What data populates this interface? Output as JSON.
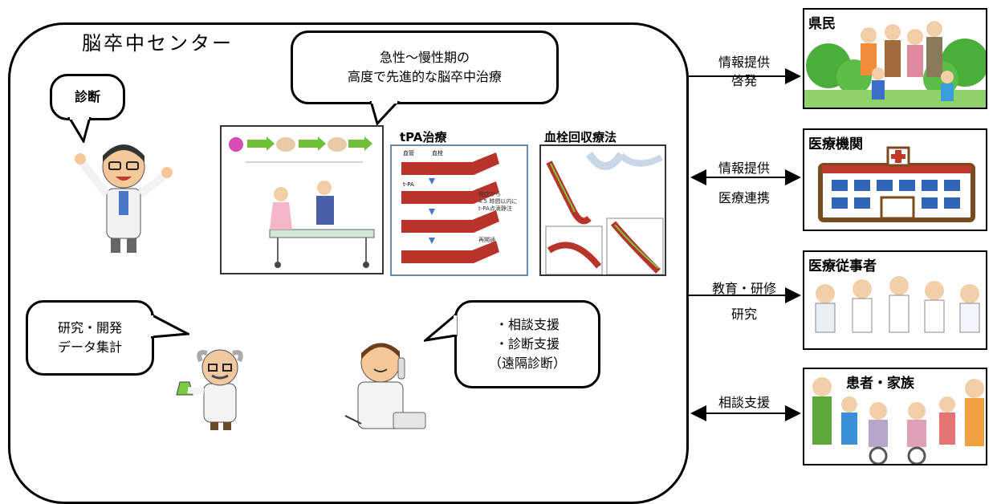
{
  "center": {
    "title": "脳卒中センター"
  },
  "bubbles": {
    "diagnosis": "診断",
    "treatment_line1": "急性～慢性期の",
    "treatment_line2": "高度で先進的な脳卒中治療",
    "research_line1": "研究・開発",
    "research_line2": "データ集計",
    "support_line1": "・相談支援",
    "support_line2": "・診断支援",
    "support_line3": "（遠隔診断）"
  },
  "panels": {
    "tpa_label": "tPA治療",
    "thrombectomy_label": "血栓回収療法",
    "tpa_note_line1": "発症から",
    "tpa_note_line2": "4.5 時間以内に",
    "tpa_note_line3": "t-PA点滴静注",
    "tpa_note_reopen": "再開通",
    "tpa_vessel_label": "血管",
    "tpa_clot_label": "血栓",
    "tpa_drug_label": "t-PA"
  },
  "relations": [
    {
      "line1": "情報提供",
      "line2": "啓発",
      "target": "県民"
    },
    {
      "line1": "情報提供",
      "line2": "医療連携",
      "target": "医療機関"
    },
    {
      "line1": "教育・研修",
      "line2": "研究",
      "target": "医療従事者"
    },
    {
      "line1": "相談支援",
      "line2": "",
      "target": "患者・家族"
    }
  ],
  "colors": {
    "vessel": "#b8342a",
    "tree": "#4cae3a",
    "hospital_roof": "#c0392b",
    "arrow_green": "#6fbf3a"
  }
}
